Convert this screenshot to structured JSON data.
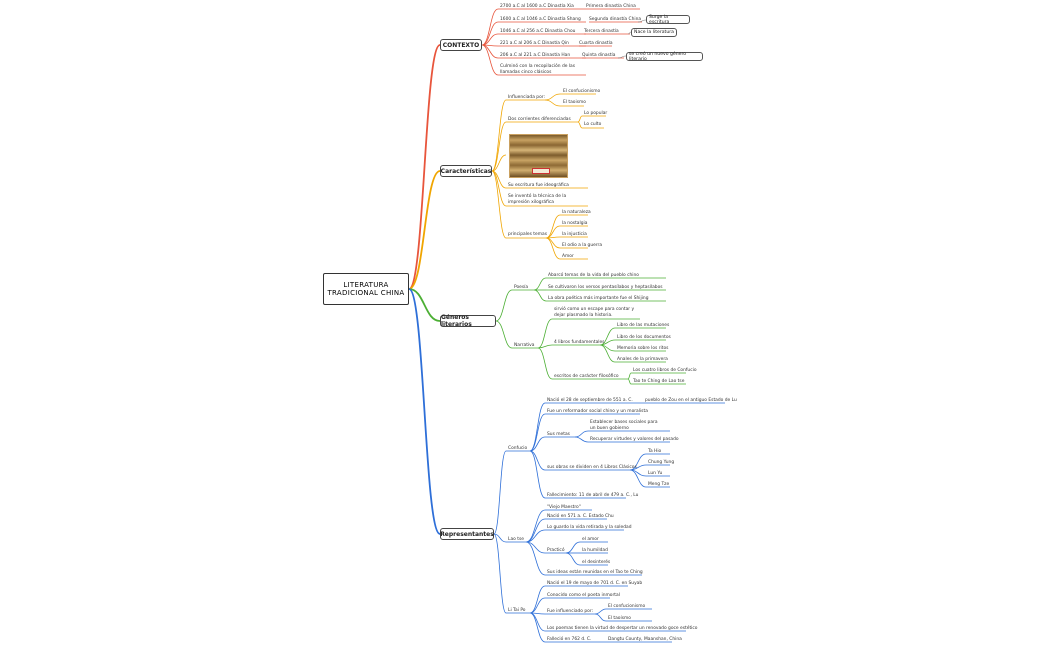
{
  "root": {
    "line1": "LITERATURA",
    "line2": "TRADICIONAL CHINA"
  },
  "colors": {
    "red": "#e8553c",
    "orange": "#f0a500",
    "green": "#4caf34",
    "blue": "#2e6fd8"
  },
  "contexto": {
    "title": "CONTEXTO",
    "d1": "2700 a.C al 1600 a.C Dinastía Xia",
    "d1r": "Primera dinastía China",
    "d2": "1600 a.C al 1046 a.C Dinastía Shang",
    "d2r": "Segunda dinastía China",
    "d2box": "Surge la escritura",
    "d3": "1046 a.C al 256 a.C Dinastía Chou",
    "d3r": "Tercera dinastía",
    "d3box": "Nace la literatura",
    "d4": "221 a.C al 206 a.C Dinastía Qin",
    "d4r": "Cuarta dinastía",
    "d5": "206 a.C al 221 a.C Dinastía Han",
    "d5r": "Quinta dinastía",
    "d5box": "se creó un nuevo género literario",
    "d6": "Culminó con la recopilación de las llamadas cinco clásicos"
  },
  "caracteristicas": {
    "title": "Características",
    "influ": "Influenciada por:",
    "inf1": "El confucionismo",
    "inf2": "El taoismo",
    "corr": "Dos corrientes diferenciadas",
    "c1": "Lo popular",
    "c2": "Lo culto",
    "escr": "Su escritura fue ideográfica",
    "impr": "Se inventó la técnica de la impresión xilográfica",
    "temas": "principales temas",
    "t1": "la naturaleza",
    "t2": "la nostalgia",
    "t3": "la injusticia",
    "t4": "El odio a la guerra",
    "t5": "Amor"
  },
  "generos": {
    "title": "Géneros literarios",
    "poesia": "Poesía",
    "p1": "Abarcó temas de la vida del pueblo chino",
    "p2": "Se cultivaron los versos pentasílabos y heptasílabos",
    "p3": "La obra poética más importante fue el Shijing",
    "narrativa": "Narrativa",
    "n1": "sirvió como un escape para contar y dejar plasmado la historia.",
    "n2": "4 libros fundamentales",
    "l1": "Libro de las mutaciones",
    "l2": "Libro de los documentos",
    "l3": "Memoria sobre los ritos",
    "l4": "Anales de la primavera",
    "n3": "escritos de carácter filosófico",
    "f1": "Los cuatro libros de Confucio",
    "f2": "Tao te Ching de Lao tse"
  },
  "representantes": {
    "title": "Representantes",
    "confucio": "Confucio",
    "c1": "Nació el 28 de septiembre de 551 a. C.",
    "c1r": "pueblo de Zou en el antiguo Estado de Lu",
    "c2": "Fue un reformador social chino y un moralista",
    "metas": "Sus metas",
    "m1": "Establecer bases sociales para un buen gobierno",
    "m2": "Recuperar virtudes y valores del pasado",
    "obras": "sus obras se dividen en 4 Libros Clásicos",
    "o1": "Ta Hio",
    "o2": "Chung Yung",
    "o3": "Lun Yu",
    "o4": "Meng Tze",
    "c3": "Fallecimiento: 11 de abril de 479 a. C., Lu",
    "laotse": "Lao tse",
    "la1": "\"Viejo Maestro\"",
    "la2": "Nació en 571 a. C. Estado Chu",
    "la3": "Lo guardo la vida retirada y la soledad",
    "practica": "Practicó",
    "pr1": "el amor",
    "pr2": "la humildad",
    "pr3": "el desinterés",
    "la4": "Sus ideas están reunidas en el Tao te Ching",
    "litaipo": "Li Tai Po",
    "lp1": "Nació el 19 de mayo de 701 d. C. en Suyab",
    "lp2": "Conocido como el poeta inmortal",
    "influ": "Fue influenciado por:",
    "i1": "El confucionismo",
    "i2": "El taoísmo",
    "lp3": "Los poemas tienen la virtud de despertar un renovado goce estético",
    "lp4": "Falleció en 762 d. C.",
    "lp4r": "Dangtu County, Maanshan, China"
  }
}
